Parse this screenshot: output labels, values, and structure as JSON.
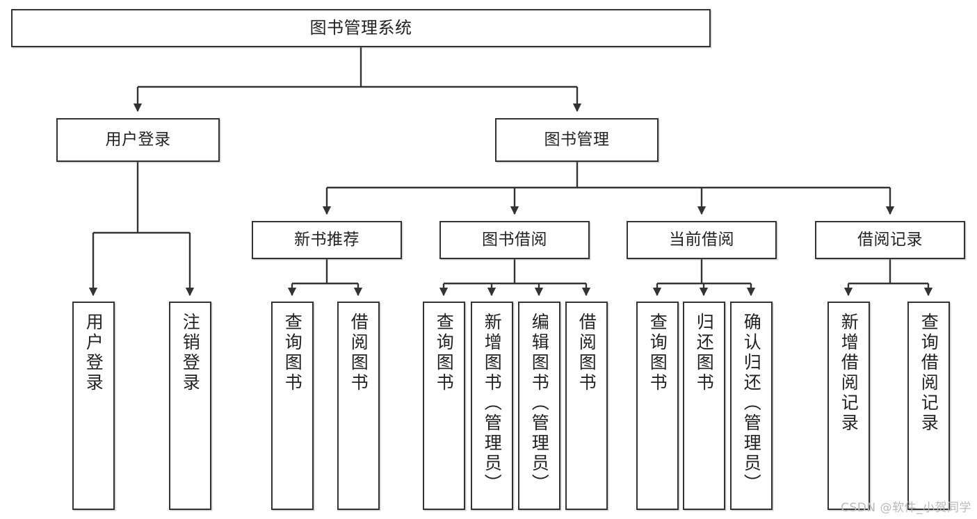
{
  "diagram": {
    "title": "图书管理系统",
    "watermark": "CSDN @软件_小贺同学",
    "colors": {
      "box_border": "#333333",
      "box_fill": "#ffffff",
      "line": "#333333",
      "text": "#222222",
      "watermark": "#b9b9b9",
      "background": "#ffffff"
    },
    "root": {
      "label": "图书管理系统"
    },
    "level2": [
      {
        "label": "用户登录"
      },
      {
        "label": "图书管理"
      }
    ],
    "level3": [
      {
        "label": "新书推荐"
      },
      {
        "label": "图书借阅"
      },
      {
        "label": "当前借阅"
      },
      {
        "label": "借阅记录"
      }
    ],
    "leaves": [
      {
        "label": "用户登录",
        "parent": "用户登录"
      },
      {
        "label": "注销登录",
        "parent": "用户登录"
      },
      {
        "label": "查询图书",
        "parent": "新书推荐"
      },
      {
        "label": "借阅图书",
        "parent": "新书推荐"
      },
      {
        "label": "查询图书",
        "parent": "图书借阅"
      },
      {
        "label": "新增图书（管理员）",
        "parent": "图书借阅"
      },
      {
        "label": "编辑图书（管理员）",
        "parent": "图书借阅"
      },
      {
        "label": "借阅图书",
        "parent": "图书借阅"
      },
      {
        "label": "查询图书",
        "parent": "当前借阅"
      },
      {
        "label": "归还图书",
        "parent": "当前借阅"
      },
      {
        "label": "确认归还（管理员）",
        "parent": "当前借阅"
      },
      {
        "label": "新增借阅记录",
        "parent": "借阅记录"
      },
      {
        "label": "查询借阅记录",
        "parent": "借阅记录"
      }
    ]
  }
}
